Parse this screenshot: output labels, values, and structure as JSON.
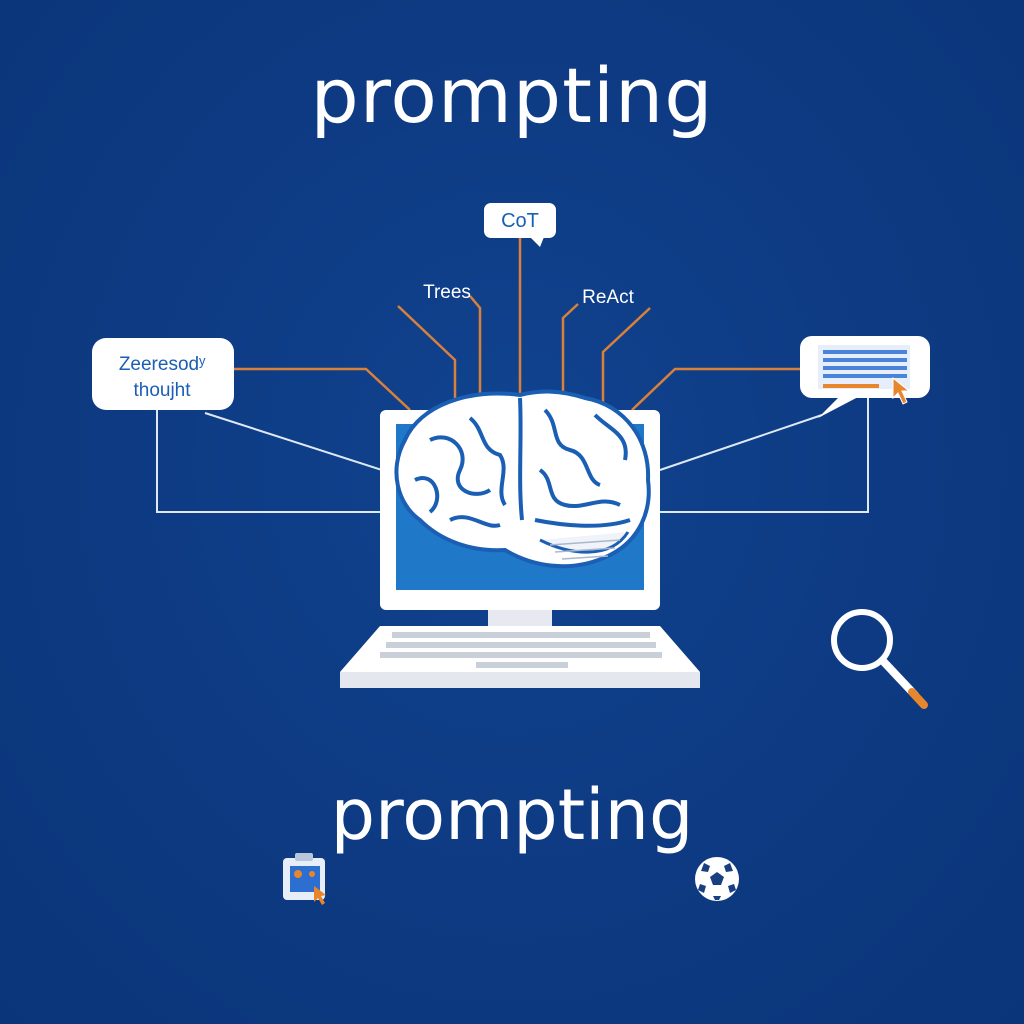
{
  "title": "prompting",
  "bottom_title": "prompting",
  "labels": {
    "cot": "CoT",
    "trees": "Trees",
    "react": "ReAct",
    "left_bubble_line1": "Zeeresodʸ",
    "left_bubble_line2": "thoujht"
  },
  "icons": {
    "brain": "brain-icon",
    "monitor": "monitor-icon",
    "keyboard": "keyboard-icon",
    "magnifier": "magnifier-icon",
    "clipboard": "clipboard-icon",
    "ball": "soccer-ball-icon",
    "cursor": "cursor-icon"
  },
  "colors": {
    "background": "#0d3a82",
    "screen": "#1f78c8",
    "accent_orange": "#e8862e",
    "brain_stroke": "#1a5fb4",
    "white": "#ffffff"
  }
}
